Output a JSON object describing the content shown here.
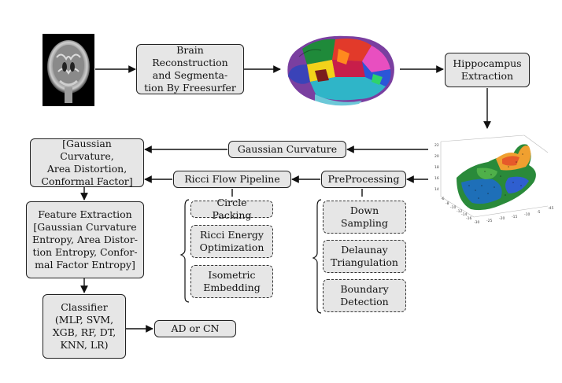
{
  "boxes": {
    "brain_reconstruction": [
      "Brain Reconstruction",
      "and Segmenta-",
      "tion By Freesurfer"
    ],
    "hippocampus_extraction": [
      "Hippocampus",
      "Extraction"
    ],
    "gaussian_curvature": "Gaussian Curvature",
    "ricci_flow_pipeline": "Ricci Flow Pipeline",
    "preprocessing": "PreProcessing",
    "combined_features": [
      "[Gaussian Curvature,",
      "Area Distortion,",
      "Conformal Factor]"
    ],
    "feature_extraction": [
      "Feature Extraction",
      "[Gaussian Curvature",
      "Entropy, Area Distor-",
      "tion Entropy, Confor-",
      "mal Factor Entropy]"
    ],
    "classifier": [
      "Classifier",
      "(MLP, SVM,",
      "XGB, RF, DT,",
      "KNN, LR)"
    ],
    "result": "AD or CN"
  },
  "ricci_steps": [
    [
      "Circle Packing"
    ],
    [
      "Ricci Energy",
      "Optimization"
    ],
    [
      "Isometric",
      "Embedding"
    ]
  ],
  "preprocessing_steps": [
    [
      "Down",
      "Sampling"
    ],
    [
      "Delaunay",
      "Triangulation"
    ],
    [
      "Boundary",
      "Detection"
    ]
  ],
  "plot_ticks": {
    "z": [
      "22",
      "20",
      "18",
      "16",
      "14"
    ],
    "y": [
      "-6",
      "-8",
      "-10",
      "-12",
      "-14",
      "-16"
    ],
    "x": [
      "-30",
      "-25",
      "-20",
      "-15",
      "-10",
      "-5",
      "-45"
    ]
  },
  "colors": {
    "box_fill": "#e6e6e6",
    "border": "#222222",
    "arrow": "#111111"
  }
}
